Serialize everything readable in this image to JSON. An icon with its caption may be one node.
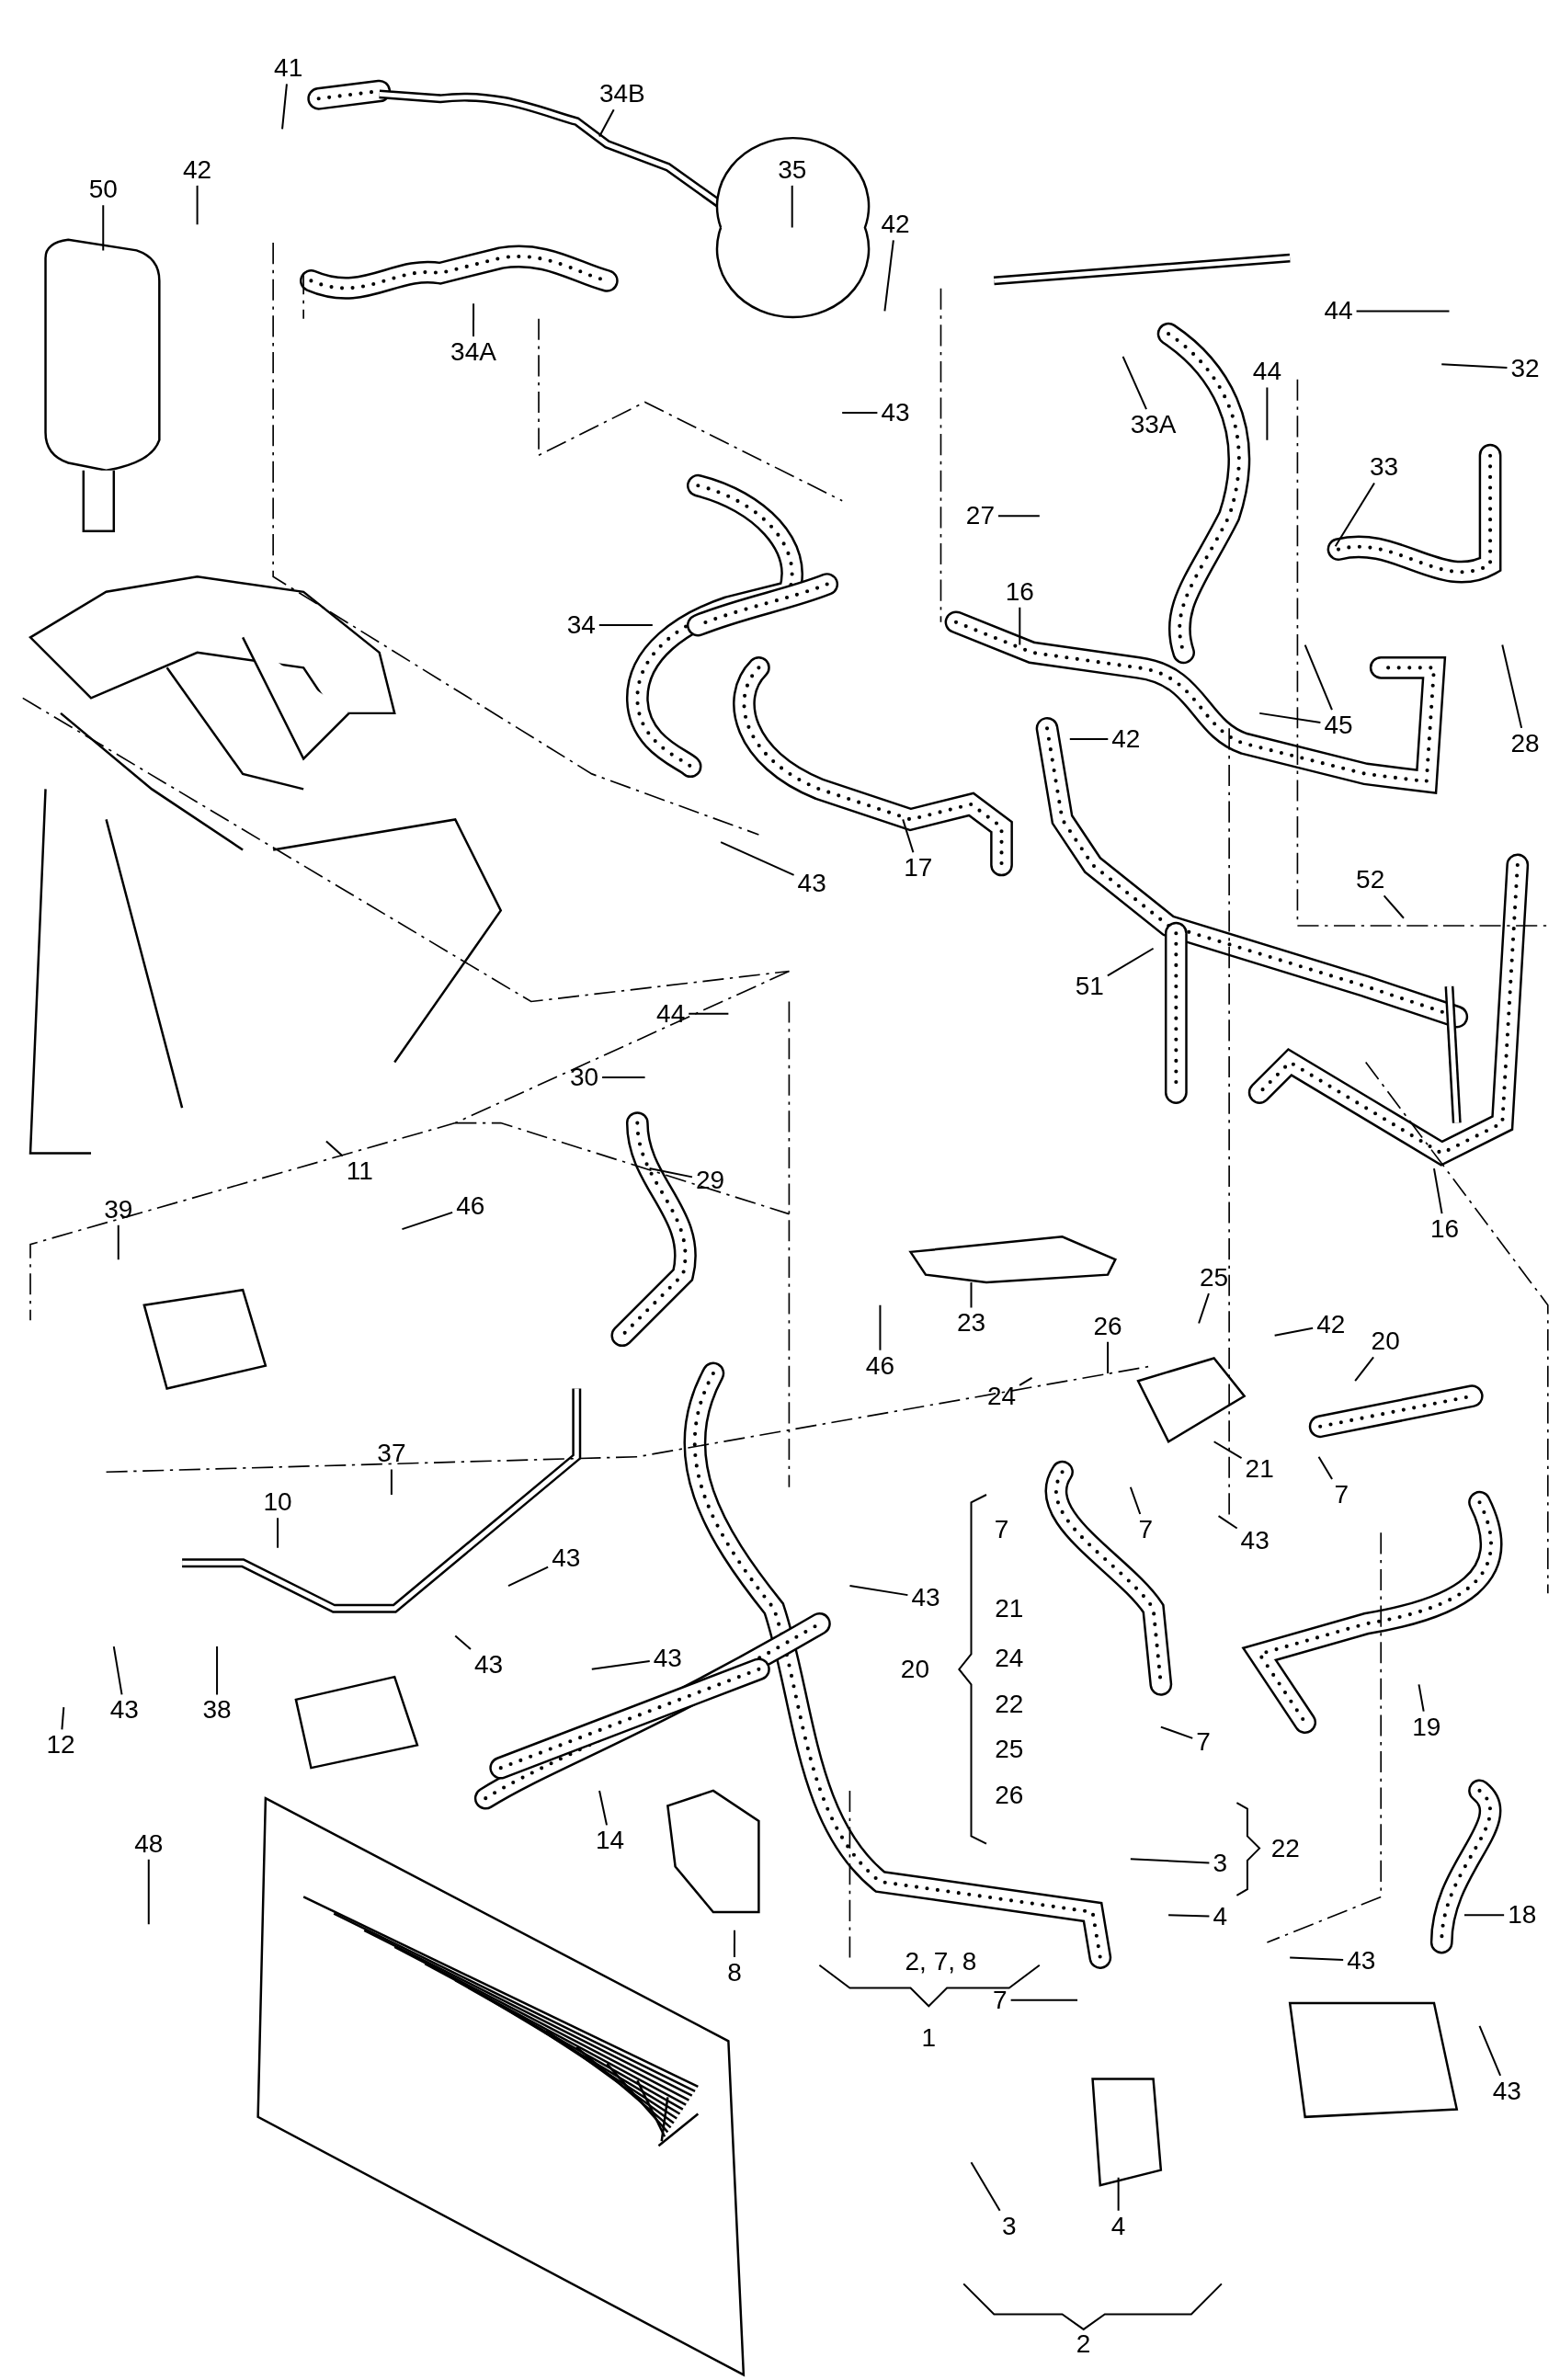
{
  "diagram": {
    "nodes": [
      {
        "text": [
          "41"
        ]
      },
      {
        "text": [
          "34B"
        ]
      },
      {
        "text": [
          "50"
        ]
      },
      {
        "text": [
          "42"
        ]
      },
      {
        "text": [
          "35"
        ]
      },
      {
        "text": [
          "42"
        ]
      },
      {
        "text": [
          "34A"
        ]
      },
      {
        "text": [
          "44"
        ]
      },
      {
        "text": [
          "32"
        ]
      },
      {
        "text": [
          "33A"
        ]
      },
      {
        "text": [
          "44"
        ]
      },
      {
        "text": [
          "43"
        ]
      },
      {
        "text": [
          "33"
        ]
      },
      {
        "text": [
          "27"
        ]
      },
      {
        "text": [
          "34"
        ]
      },
      {
        "text": [
          "16"
        ]
      },
      {
        "text": [
          "42"
        ]
      },
      {
        "text": [
          "45"
        ]
      },
      {
        "text": [
          "28"
        ]
      },
      {
        "text": [
          "43"
        ]
      },
      {
        "text": [
          "17"
        ]
      },
      {
        "text": [
          "52"
        ]
      },
      {
        "text": [
          "51"
        ]
      },
      {
        "text": [
          "44"
        ]
      },
      {
        "text": [
          "30"
        ]
      },
      {
        "text": [
          "29"
        ]
      },
      {
        "text": [
          "11"
        ]
      },
      {
        "text": [
          "39"
        ]
      },
      {
        "text": [
          "46"
        ]
      },
      {
        "text": [
          "16"
        ]
      },
      {
        "text": [
          "25"
        ]
      },
      {
        "text": [
          "42"
        ]
      },
      {
        "text": [
          "20"
        ]
      },
      {
        "text": [
          "46"
        ]
      },
      {
        "text": [
          "23"
        ]
      },
      {
        "text": [
          "26"
        ]
      },
      {
        "text": [
          "24"
        ]
      },
      {
        "text": [
          "21"
        ]
      },
      {
        "text": [
          "7"
        ]
      },
      {
        "text": [
          "37"
        ]
      },
      {
        "text": [
          "10"
        ]
      },
      {
        "text": [
          "43"
        ]
      },
      {
        "text": [
          "7"
        ]
      },
      {
        "text": [
          "43"
        ]
      },
      {
        "text": [
          "43"
        ]
      },
      {
        "text": [
          "43"
        ]
      },
      {
        "text": [
          "43"
        ]
      },
      {
        "text": [
          "43"
        ]
      },
      {
        "text": [
          "38"
        ]
      },
      {
        "text": [
          "12"
        ]
      },
      {
        "text": [
          "7"
        ]
      },
      {
        "text": [
          "19"
        ]
      },
      {
        "text": [
          "14"
        ]
      },
      {
        "text": [
          "3"
        ]
      },
      {
        "text": [
          "4"
        ]
      },
      {
        "text": [
          "48"
        ]
      },
      {
        "text": [
          "8"
        ]
      },
      {
        "text": [
          "18"
        ]
      },
      {
        "text": [
          "43"
        ]
      },
      {
        "text": [
          "7"
        ]
      },
      {
        "text": [
          "43"
        ]
      },
      {
        "text": [
          "3"
        ]
      },
      {
        "text": [
          "4"
        ]
      }
    ],
    "edges": [
      {
        "from": 0,
        "to": null,
        "arrow": "none"
      },
      {
        "from": 1,
        "to": null,
        "arrow": "none"
      },
      {
        "from": 2,
        "to": null,
        "arrow": "none"
      },
      {
        "from": 3,
        "to": null,
        "arrow": "none"
      },
      {
        "from": 4,
        "to": null,
        "arrow": "none"
      },
      {
        "from": 5,
        "to": null,
        "arrow": "none"
      },
      {
        "from": 6,
        "to": null,
        "arrow": "none"
      },
      {
        "from": 7,
        "to": null,
        "arrow": "none"
      },
      {
        "from": 8,
        "to": null,
        "arrow": "none"
      },
      {
        "from": 9,
        "to": null,
        "arrow": "none"
      },
      {
        "from": 10,
        "to": null,
        "arrow": "none"
      },
      {
        "from": 11,
        "to": null,
        "arrow": "none"
      },
      {
        "from": 12,
        "to": null,
        "arrow": "none"
      },
      {
        "from": 13,
        "to": null,
        "arrow": "none"
      },
      {
        "from": 14,
        "to": null,
        "arrow": "none"
      },
      {
        "from": 15,
        "to": null,
        "arrow": "none"
      },
      {
        "from": 16,
        "to": null,
        "arrow": "none"
      },
      {
        "from": 17,
        "to": null,
        "arrow": "none"
      },
      {
        "from": 17,
        "to": null,
        "arrow": "none"
      },
      {
        "from": 18,
        "to": null,
        "arrow": "none"
      },
      {
        "from": 19,
        "to": null,
        "arrow": "none"
      },
      {
        "from": 20,
        "to": null,
        "arrow": "none"
      },
      {
        "from": 21,
        "to": null,
        "arrow": "none"
      },
      {
        "from": 22,
        "to": null,
        "arrow": "none"
      },
      {
        "from": 23,
        "to": null,
        "arrow": "none"
      },
      {
        "from": 24,
        "to": null,
        "arrow": "none"
      },
      {
        "from": 25,
        "to": null,
        "arrow": "none"
      },
      {
        "from": 26,
        "to": null,
        "arrow": "none"
      },
      {
        "from": 27,
        "to": null,
        "arrow": "none"
      },
      {
        "from": 28,
        "to": null,
        "arrow": "none"
      },
      {
        "from": 29,
        "to": null,
        "arrow": "none"
      },
      {
        "from": 30,
        "to": null,
        "arrow": "none"
      },
      {
        "from": 31,
        "to": null,
        "arrow": "none"
      },
      {
        "from": 32,
        "to": null,
        "arrow": "none"
      },
      {
        "from": 33,
        "to": null,
        "arrow": "none"
      },
      {
        "from": 34,
        "to": null,
        "arrow": "none"
      },
      {
        "from": 35,
        "to": null,
        "arrow": "none"
      },
      {
        "from": 36,
        "to": null,
        "arrow": "none"
      },
      {
        "from": 37,
        "to": null,
        "arrow": "none"
      },
      {
        "from": 38,
        "to": null,
        "arrow": "none"
      },
      {
        "from": 39,
        "to": null,
        "arrow": "none"
      },
      {
        "from": 40,
        "to": null,
        "arrow": "none"
      },
      {
        "from": 41,
        "to": null,
        "arrow": "none"
      },
      {
        "from": 42,
        "to": null,
        "arrow": "none"
      },
      {
        "from": 43,
        "to": null,
        "arrow": "none"
      },
      {
        "from": 44,
        "to": null,
        "arrow": "none"
      },
      {
        "from": 45,
        "to": null,
        "arrow": "none"
      },
      {
        "from": 46,
        "to": null,
        "arrow": "none"
      },
      {
        "from": 47,
        "to": null,
        "arrow": "none"
      },
      {
        "from": 48,
        "to": null,
        "arrow": "none"
      },
      {
        "from": 49,
        "to": null,
        "arrow": "none"
      },
      {
        "from": 50,
        "to": null,
        "arrow": "none"
      },
      {
        "from": 51,
        "to": null,
        "arrow": "none"
      },
      {
        "from": 52,
        "to": null,
        "arrow": "none"
      },
      {
        "from": 53,
        "to": null,
        "arrow": "none"
      },
      {
        "from": 54,
        "to": null,
        "arrow": "none"
      },
      {
        "from": 55,
        "to": null,
        "arrow": "none"
      },
      {
        "from": 56,
        "to": null,
        "arrow": "none"
      },
      {
        "from": 57,
        "to": null,
        "arrow": "none"
      },
      {
        "from": 58,
        "to": null,
        "arrow": "none"
      },
      {
        "from": 59,
        "to": null,
        "arrow": "none"
      },
      {
        "from": 60,
        "to": null,
        "arrow": "none"
      },
      {
        "from": 61,
        "to": null,
        "arrow": "none"
      },
      {
        "from": 62,
        "to": null,
        "arrow": "none"
      }
    ],
    "labels": [
      "7",
      "21",
      "24",
      "22",
      "25",
      "26",
      "20",
      "22",
      "2, 7, 8",
      "1",
      "2"
    ]
  }
}
